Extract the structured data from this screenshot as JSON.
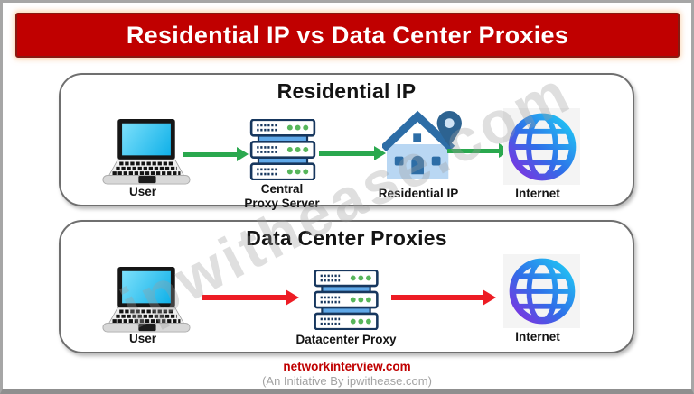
{
  "banner": {
    "title": "Residential IP vs Data Center Proxies",
    "bg_color": "#c00000",
    "text_color": "#ffffff"
  },
  "watermark": {
    "text": "ipwithease.com"
  },
  "panel1": {
    "title": "Residential IP",
    "arrow_color": "#2aa84e",
    "user": {
      "label": "User",
      "icon": "laptop-icon"
    },
    "server": {
      "label_line1": "Central",
      "label_line2": "Proxy Server",
      "icon": "server-stack-icon"
    },
    "house": {
      "label": "Residential IP",
      "icon": "house-with-pin-icon"
    },
    "globe": {
      "label": "Internet",
      "icon": "globe-icon"
    }
  },
  "panel2": {
    "title": "Data Center Proxies",
    "arrow_color": "#ed1c24",
    "user": {
      "label": "User",
      "icon": "laptop-icon"
    },
    "server": {
      "label": "Datacenter Proxy",
      "icon": "server-stack-icon"
    },
    "globe": {
      "label": "Internet",
      "icon": "globe-icon"
    }
  },
  "footer": {
    "site": "networkinterview.com",
    "subtitle": "(An Initiative By ipwithease.com)"
  }
}
